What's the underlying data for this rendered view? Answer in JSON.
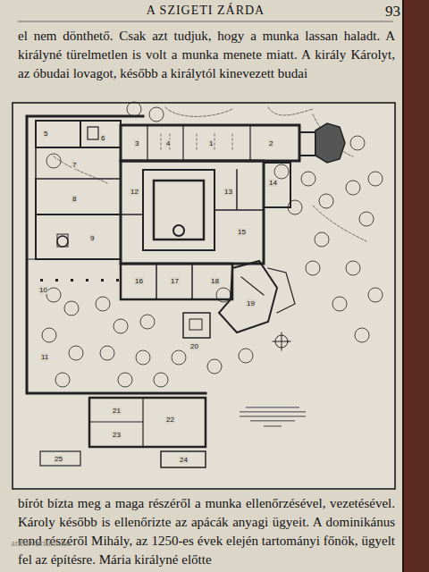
{
  "diagram": {
    "title": "A SZIGETI ZÁRDA",
    "labels": [
      "93",
      "el nem dönthető. Csak azt tudjuk, hogy a munka lassan haladt. A királyné türelmetlen is volt a munka menete miatt. A király Károlyt, az óbudai lovagot, később a királytól kinevezett budai",
      "bírót bízta meg a maga részéről a munka ellenőrzésével, vezetésével. Károly később is ellenőrizte az apácák anyagi ügyeit. A dominikánus rend részéről Mihály, az 1250-es évek elején tartományi főnök, ügyelt fel az építésre. Mária királyné előtte",
      "antikvarium.hu",
      "1",
      "2",
      "3",
      "4",
      "5",
      "6",
      "7",
      "8",
      "9",
      "10",
      "11",
      "12",
      "13",
      "14",
      "15",
      "16",
      "17",
      "18",
      "19",
      "20",
      "21",
      "22",
      "23",
      "24",
      "25"
    ]
  }
}
